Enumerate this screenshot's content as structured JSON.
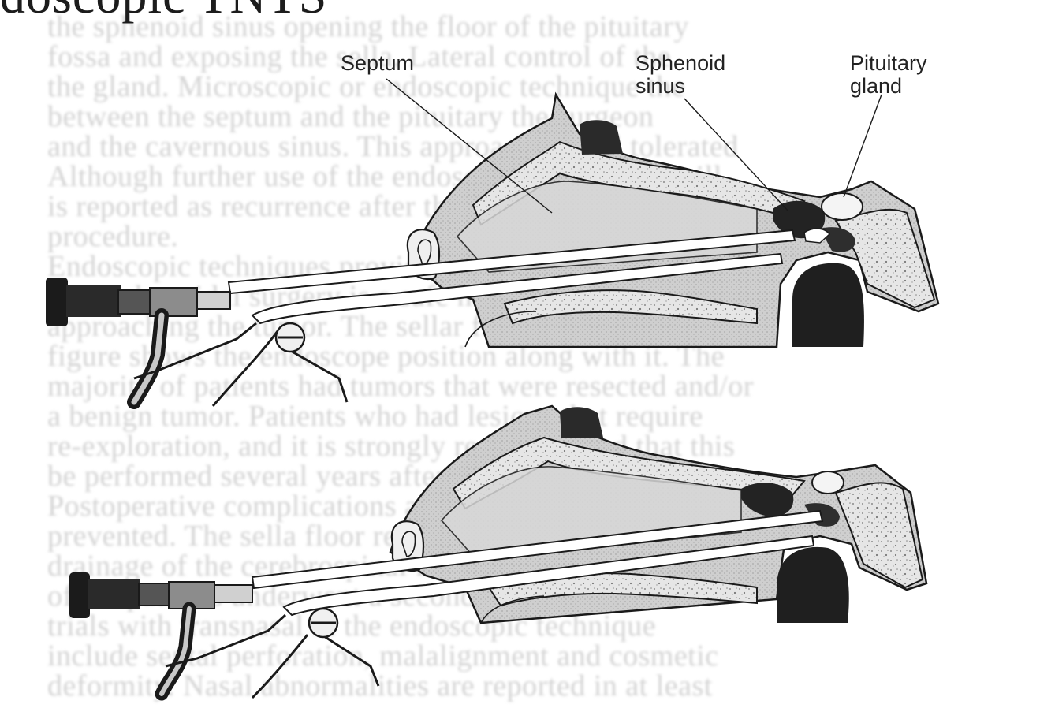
{
  "headline": "doscopic TNTS",
  "labels": {
    "septum": "Septum",
    "sphenoid_sinus": "Sphenoid\nsinus",
    "pituitary_gland": "Pituitary\ngland"
  },
  "background_text_lines": [
    "the sphenoid sinus opening the floor of the pituitary",
    "fossa and exposing the sella. Lateral control of the",
    "the gland. Microscopic or endoscopic technique the",
    "between the septum and the pituitary the surgeon",
    "and the cavernous sinus. This approach is well tolerated",
    "Although further use of the endoscope for surgery will",
    "is reported as recurrence after the transsphenoidal",
    "procedure.",
    "Endoscopic techniques provide visualization of the sinus",
    "transsphenoidal surgery is a safe method to the sella in",
    "approaching the tumor. The sellar floor is opened and the",
    "figure shows the endoscope position along with it. The",
    "majority of patients had tumors that were resected and/or",
    "a benign tumor. Patients who had lesions that require",
    "re-exploration, and it is strongly recommended that this",
    "be performed several years after surgery.",
    "Postoperative complications are usually easily",
    "prevented. The sella floor reconstruction and",
    "drainage of the cerebrospinal fluid is done. Some",
    "of the patients underwent a second endoscopic",
    "trials with transnasal in the endoscopic technique",
    "include septal perforation, malalignment and cosmetic",
    "deformity. Nasal abnormalities are reported in at least"
  ]
}
